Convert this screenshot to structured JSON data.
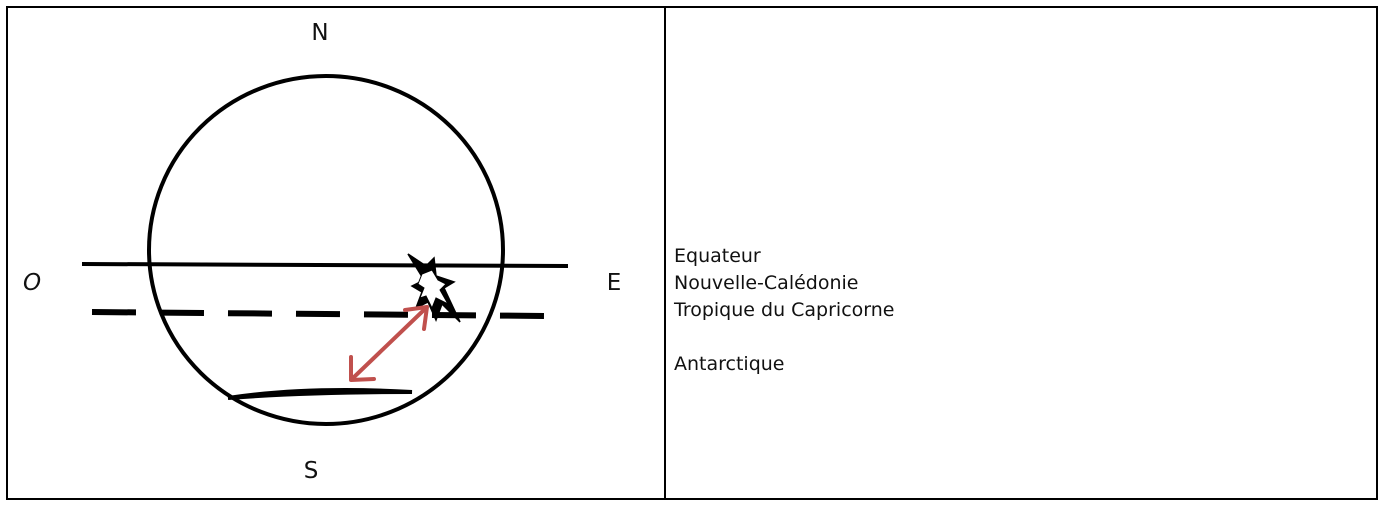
{
  "diagram": {
    "compass": {
      "north": "N",
      "south": "S",
      "west": "O",
      "east": "E"
    },
    "colors": {
      "line": "#000000",
      "arrow": "#c0504d"
    },
    "icons": {
      "location_marker": "star-burst-icon"
    }
  },
  "legend": {
    "items": [
      "Equateur",
      "Nouvelle-Calédonie",
      "Tropique du Capricorne",
      "Antarctique"
    ]
  }
}
